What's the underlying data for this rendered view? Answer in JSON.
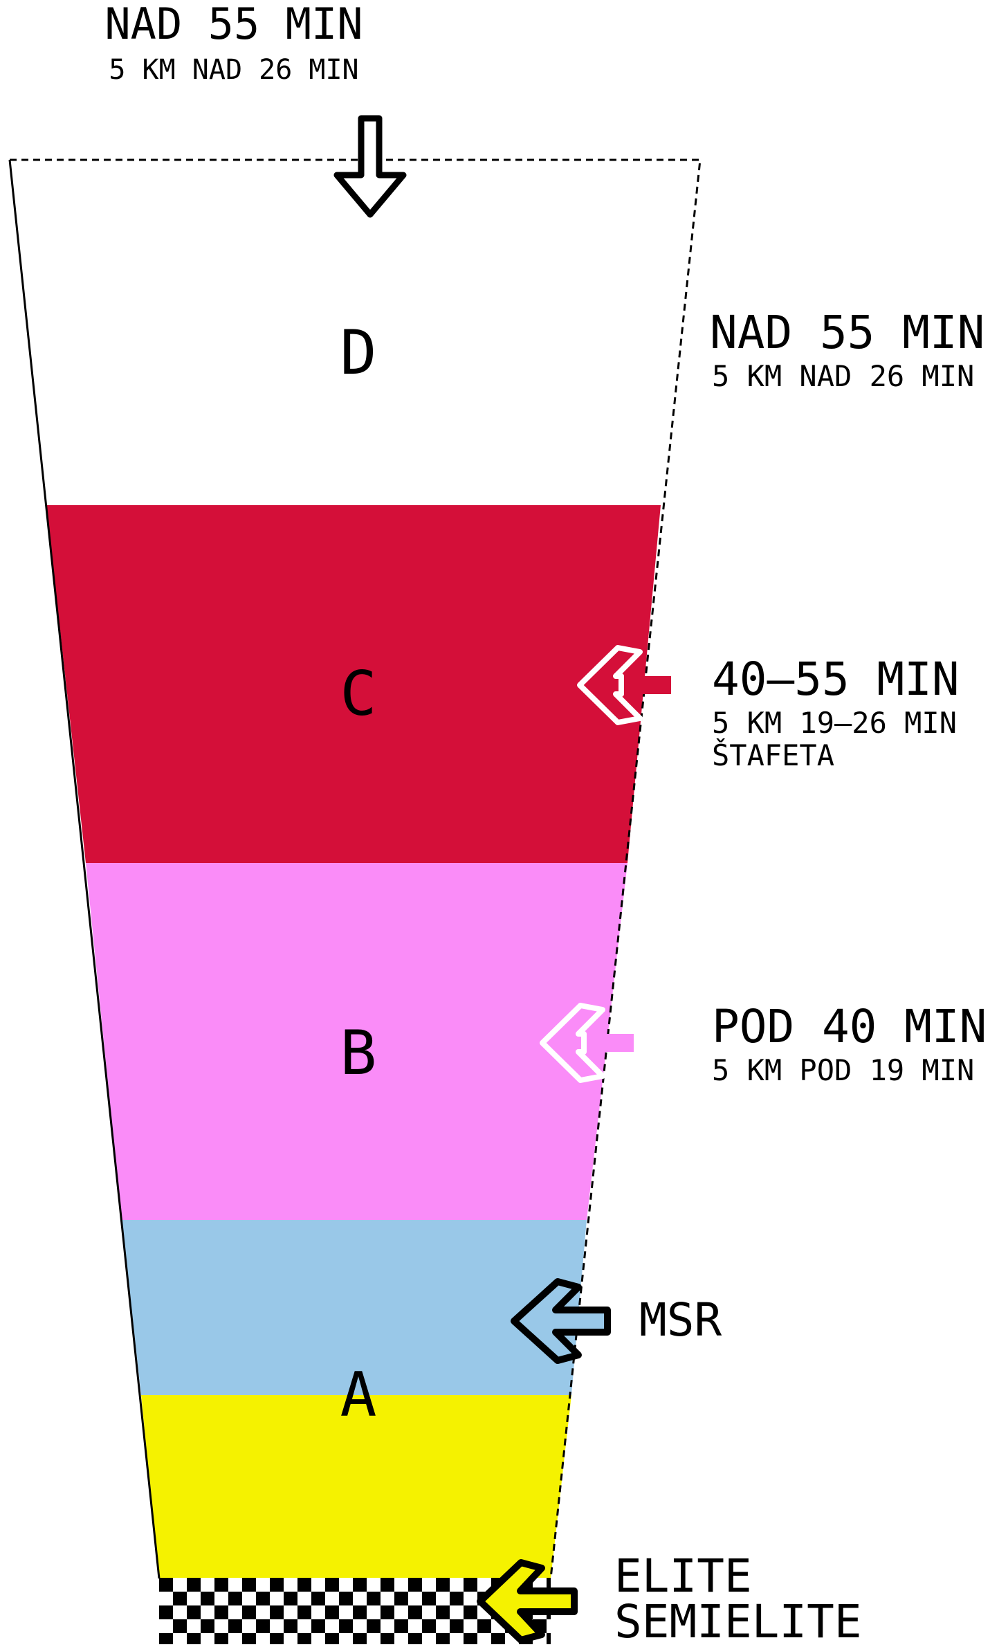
{
  "entry": {
    "title": "NAD 55 MIN",
    "subtitle": "5 KM NAD 26 MIN"
  },
  "groups": [
    {
      "letter": "D",
      "fill": "#ffffff",
      "label_title": "NAD 55 MIN",
      "label_lines": [
        "5 KM NAD 26 MIN"
      ]
    },
    {
      "letter": "C",
      "fill": "#d40f39",
      "label_title": "40–55 MIN",
      "label_lines": [
        "5 KM 19–26 MIN",
        "ŠTAFETA"
      ]
    },
    {
      "letter": "B",
      "fill": "#fa8cf8",
      "label_title": "POD 40 MIN",
      "label_lines": [
        "5 KM POD 19 MIN"
      ]
    },
    {
      "letter": "A",
      "fill_top": "#99c8e8",
      "fill_bottom": "#f5f200",
      "label_title": "MSR",
      "label_lines": []
    }
  ],
  "finish": {
    "line1": "ELITE",
    "line2": "SEMIELITE"
  },
  "colors": {
    "outline": "#000000",
    "arrow_entry": "#ffffff",
    "arrow_c": "#d40f39",
    "arrow_b": "#fa8cf8",
    "arrow_msr": "#99c8e8",
    "arrow_finish": "#f5f200"
  },
  "icons": {
    "entry_arrow": "arrow-down-icon",
    "group_arrow": "arrow-left-icon",
    "finish_pattern": "checkered-flag-icon"
  }
}
